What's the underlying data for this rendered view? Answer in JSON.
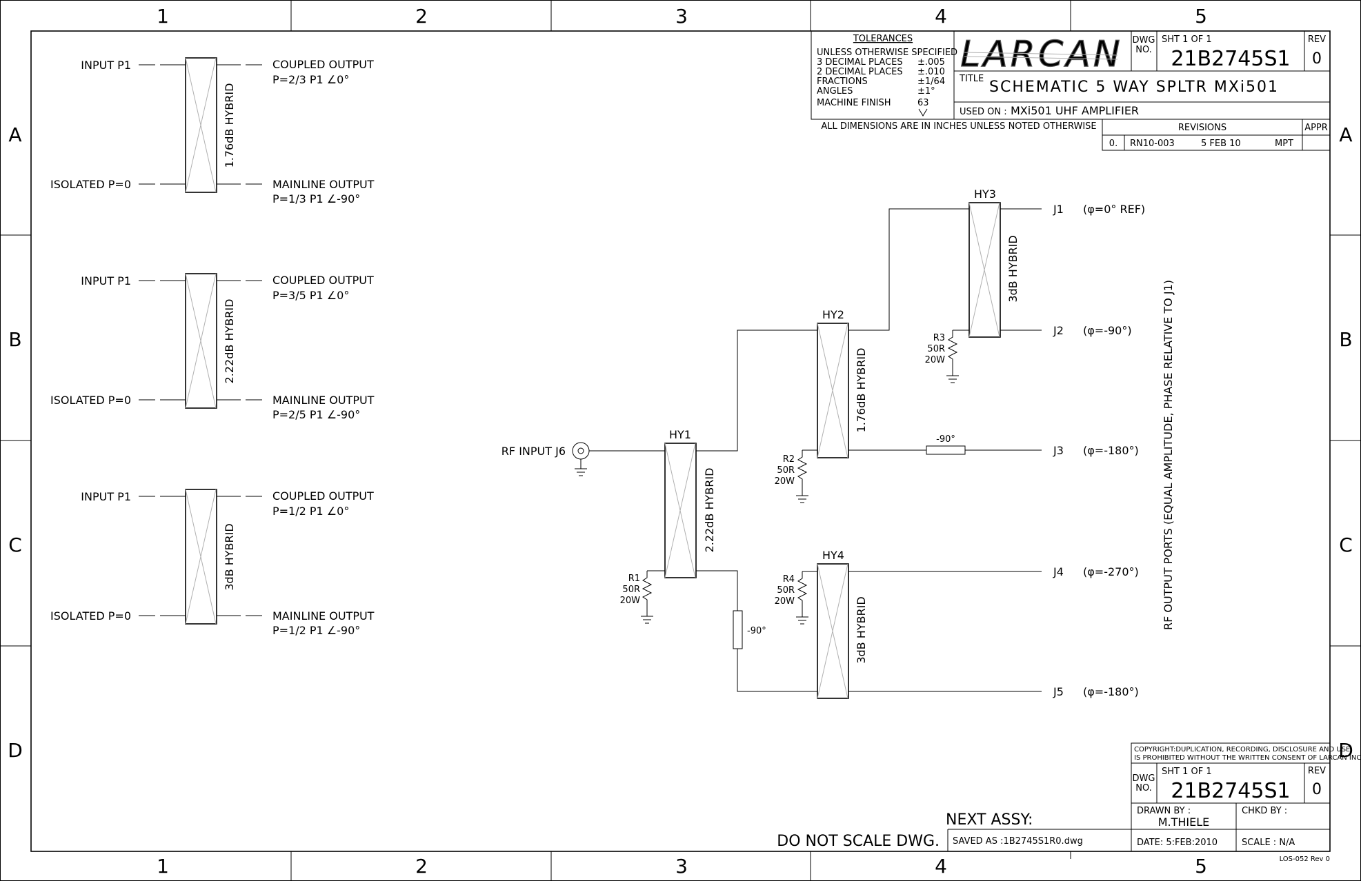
{
  "border": {
    "columns": [
      "1",
      "2",
      "3",
      "4",
      "5"
    ],
    "rows": [
      "A",
      "B",
      "C",
      "D"
    ]
  },
  "legend_hybrids": [
    {
      "input": "INPUT P1",
      "isolated": "ISOLATED P=0",
      "coupled_label": "COUPLED OUTPUT",
      "coupled_power": "P=2/3 P1 ∠0°",
      "mainline_label": "MAINLINE OUTPUT",
      "mainline_power": "P=1/3 P1 ∠-90°",
      "type": "1.76dB HYBRID"
    },
    {
      "input": "INPUT P1",
      "isolated": "ISOLATED P=0",
      "coupled_label": "COUPLED OUTPUT",
      "coupled_power": "P=3/5 P1 ∠0°",
      "mainline_label": "MAINLINE OUTPUT",
      "mainline_power": "P=2/5 P1 ∠-90°",
      "type": "2.22dB HYBRID"
    },
    {
      "input": "INPUT P1",
      "isolated": "ISOLATED P=0",
      "coupled_label": "COUPLED OUTPUT",
      "coupled_power": "P=1/2 P1 ∠0°",
      "mainline_label": "MAINLINE OUTPUT",
      "mainline_power": "P=1/2 P1 ∠-90°",
      "type": "3dB HYBRID"
    }
  ],
  "schematic": {
    "rf_input": "RF INPUT J6",
    "hybrids": [
      {
        "name": "HY1",
        "type": "2.22dB HYBRID"
      },
      {
        "name": "HY2",
        "type": "1.76dB HYBRID"
      },
      {
        "name": "HY3",
        "type": "3dB HYBRID"
      },
      {
        "name": "HY4",
        "type": "3dB HYBRID"
      }
    ],
    "loads": [
      {
        "ref": "R1",
        "value": "50R",
        "power": "20W"
      },
      {
        "ref": "R2",
        "value": "50R",
        "power": "20W"
      },
      {
        "ref": "R3",
        "value": "50R",
        "power": "20W"
      },
      {
        "ref": "R4",
        "value": "50R",
        "power": "20W"
      }
    ],
    "delay_label": "-90°",
    "outputs": [
      {
        "ref": "J1",
        "phase": "(φ=0° REF)"
      },
      {
        "ref": "J2",
        "phase": "(φ=-90°)"
      },
      {
        "ref": "J3",
        "phase": "(φ=-180°)"
      },
      {
        "ref": "J4",
        "phase": "(φ=-270°)"
      },
      {
        "ref": "J5",
        "phase": "(φ=-180°)"
      }
    ],
    "ports_note": "RF OUTPUT PORTS (EQUAL AMPLITUDE, PHASE RELATIVE TO J1)"
  },
  "title_block": {
    "tolerances_heading": "TOLERANCES",
    "unless": "UNLESS OTHERWISE SPECIFIED",
    "tolerances": [
      {
        "label": "3 DECIMAL PLACES",
        "value": "±.005"
      },
      {
        "label": "2 DECIMAL PLACES",
        "value": "±.010"
      },
      {
        "label": "FRACTIONS",
        "value": "±1/64"
      },
      {
        "label": "ANGLES",
        "value": "±1°"
      },
      {
        "label": "MACHINE FINISH",
        "value": "63"
      }
    ],
    "dimensions_note": "ALL DIMENSIONS ARE IN INCHES UNLESS NOTED OTHERWISE",
    "logo": "LARCAN",
    "dwg_no_label_1": "DWG",
    "dwg_no_label_2": "NO.",
    "sheet": "SHT 1 OF 1",
    "dwg_number": "21B2745S1",
    "rev_label": "REV",
    "rev": "0",
    "title_label": "TITLE",
    "title": "SCHEMATIC 5 WAY SPLTR MXi501",
    "used_on_label": "USED ON :",
    "used_on": "MXi501 UHF AMPLIFIER",
    "revisions_heading": "REVISIONS",
    "appr_label": "APPR",
    "revision_rows": [
      {
        "rev": "0.",
        "ecn": "RN10-003",
        "date": "5 FEB 10",
        "by": "MPT"
      }
    ]
  },
  "bottom_block": {
    "copyright_1": "COPYRIGHT:DUPLICATION, RECORDING, DISCLOSURE AND USE",
    "copyright_2": "IS PROHIBITED WITHOUT THE WRITTEN CONSENT OF LARCAN INC.",
    "dwg_no_label_1": "DWG",
    "dwg_no_label_2": "NO.",
    "sheet": "SHT 1 OF 1",
    "dwg_number": "21B2745S1",
    "rev_label": "REV",
    "rev": "0",
    "drawn_by_label": "DRAWN BY :",
    "drawn_by": "M.THIELE",
    "chkd_by_label": "CHKD BY :",
    "next_assy": "NEXT ASSY:",
    "do_not_scale": "DO NOT SCALE DWG.",
    "saved_as": "SAVED AS :1B2745S1R0.dwg",
    "date": "DATE: 5:FEB:2010",
    "scale": "SCALE : N/A",
    "form_number": "LOS-052 Rev 0"
  }
}
